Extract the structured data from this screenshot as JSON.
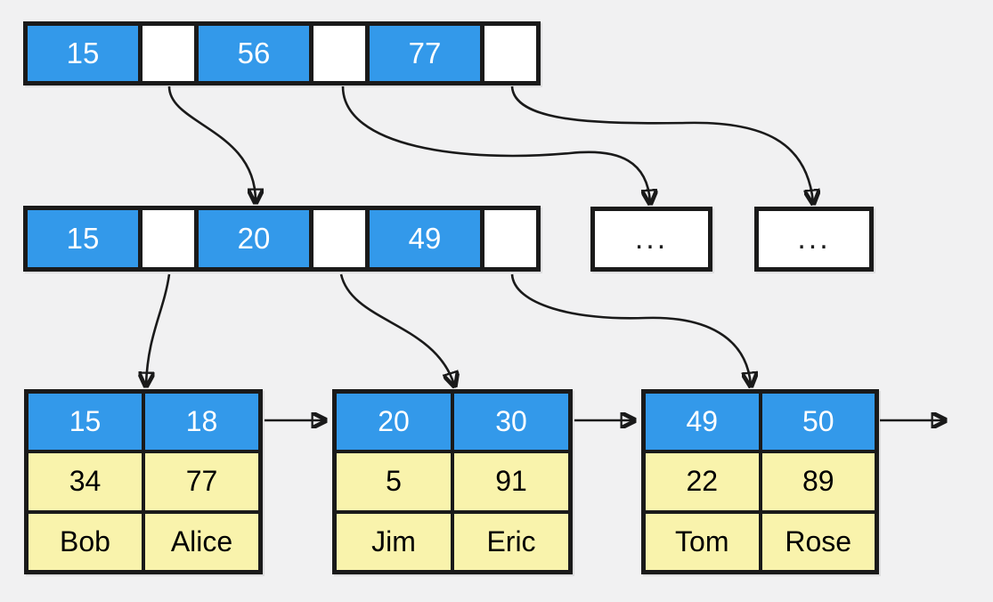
{
  "palette": {
    "background": "#F1F1F2",
    "key_fill": "#3399EA",
    "key_text": "#FFFFFF",
    "pointer_fill": "#FFFFFF",
    "record_fill": "#F9F3AC",
    "record_text": "#000000",
    "border": "#1A1A1A"
  },
  "root_node": {
    "keys": [
      "15",
      "56",
      "77"
    ]
  },
  "internal_node": {
    "keys": [
      "15",
      "20",
      "49"
    ]
  },
  "collapsed_nodes": [
    {
      "label": "..."
    },
    {
      "label": "..."
    }
  ],
  "leaf_nodes": [
    {
      "rows": [
        [
          "15",
          "18"
        ],
        [
          "34",
          "77"
        ],
        [
          "Bob",
          "Alice"
        ]
      ]
    },
    {
      "rows": [
        [
          "20",
          "30"
        ],
        [
          "5",
          "91"
        ],
        [
          "Jim",
          "Eric"
        ]
      ]
    },
    {
      "rows": [
        [
          "49",
          "50"
        ],
        [
          "22",
          "89"
        ],
        [
          "Tom",
          "Rose"
        ]
      ]
    }
  ]
}
